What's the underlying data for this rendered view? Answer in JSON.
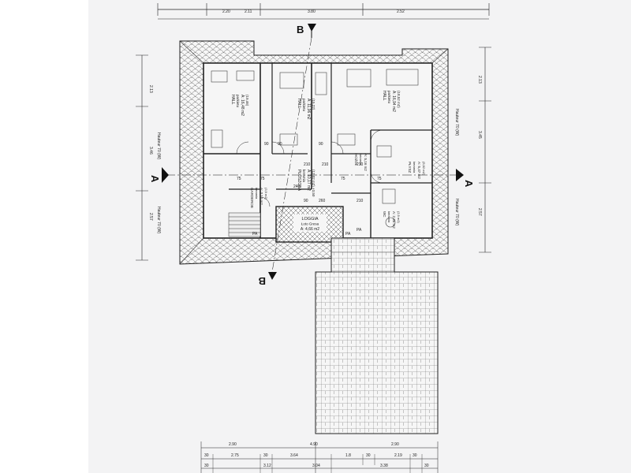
{
  "dimensions": {
    "top": [
      "2.20",
      "2.11",
      "3.80",
      "2.52"
    ],
    "bottom_row1": [
      "2.90",
      "4.90",
      "2.90"
    ],
    "bottom_row2": [
      "30",
      "2.75",
      "30",
      "3.64",
      "1.8",
      "30",
      "2.19",
      "30"
    ],
    "bottom_row3": [
      "30",
      "3.12",
      "3.04",
      "3.38",
      "30"
    ],
    "left": [
      "2.13",
      "3.46",
      "2.57"
    ],
    "right": [
      "2.13",
      "3.45",
      "2.57"
    ]
  },
  "roof_labels": [
    "Hauteur 70 (W)",
    "Hauteur 70 (W)",
    "Hauteur 70 (W)",
    "Hauteur 70 (W)"
  ],
  "section_markers": {
    "b_top": "B",
    "b_bottom": "B",
    "a_left": "A",
    "a_right": "A"
  },
  "rooms": [
    {
      "name": "HALL",
      "floor": "parkietu",
      "area": "A: 16,48 m2",
      "extra": "(19,46)"
    },
    {
      "name": "HALL",
      "floor": "parkietu",
      "area": "A: 11,96 m2",
      "extra": "(15,22)"
    },
    {
      "name": "HALL",
      "floor": "parkietu",
      "area": "A: 16,94 m2",
      "extra": "(18,52 m2)"
    },
    {
      "name": "GARDEROB",
      "floor": "keramia",
      "area": "A: 3,10 m2",
      "extra": "(3,9 m2)"
    },
    {
      "name": "PŁÓSZOBA",
      "floor": "keramia",
      "area": "A: 10,17 m2",
      "extra": "(12,02 m2)  +3,50"
    },
    {
      "name": "HOŻDŁ",
      "floor": "keramia",
      "area": "A: 5,16 m2",
      "extra": ""
    },
    {
      "name": "PŁYSZ",
      "floor": "keramia",
      "area": "A: 5,47 m2",
      "extra": "(5,62 m2)"
    },
    {
      "name": "WC",
      "floor": "keramia",
      "area": "A: 2,35 m2",
      "extra": "(2,9 m2)"
    }
  ],
  "loggia": {
    "name": "LOGGIA",
    "floor": "Łoto Gresa",
    "area": "A: 4,66 m2"
  },
  "small_marks": [
    "90",
    "75",
    "90",
    "90",
    "210",
    "75",
    "210",
    "75",
    "210",
    "240",
    "90",
    "260",
    "210",
    "75",
    "PA",
    "PA",
    "PA"
  ]
}
